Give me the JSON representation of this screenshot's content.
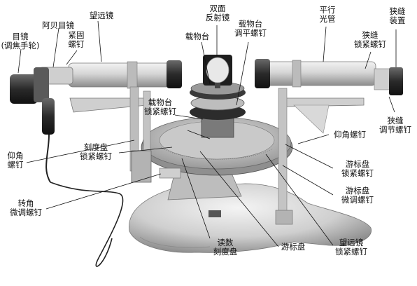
{
  "labels": {
    "eyepiece": "目镜\n(调焦手轮)",
    "abbe_eyepiece": "阿贝目镜",
    "telescope": "望远镜",
    "fixing_screw": "紧固\n螺钉",
    "double_mirror": "双面\n反射镜",
    "stage": "载物台",
    "stage_level_screw": "载物台\n调平螺钉",
    "collimator": "平行\n光管",
    "slit_device": "狭缝\n装置",
    "slit_lock_screw": "狭缝\n锁紧螺钉",
    "stage_lock_screw": "载物台\n锁紧螺钉",
    "elevation_screw_left": "仰角\n螺钉",
    "dial_lock_screw": "刻度盘\n锁紧螺钉",
    "rotation_fine_screw": "转角\n微调螺钉",
    "slit_adjust_screw": "狭缝\n调节螺钉",
    "elevation_screw_right": "仰角螺钉",
    "vernier_lock_screw": "游标盘\n锁紧螺钉",
    "vernier_fine_screw": "游标盘\n微调螺钉",
    "reading_dial": "读数\n刻度盘",
    "vernier_dial": "游标盘",
    "telescope_lock_screw": "望远镜\n锁紧螺钉"
  },
  "colors": {
    "background": "#ffffff",
    "metal_light": "#d8d8d8",
    "metal_mid": "#a9a9a9",
    "metal_dark": "#3a3a3a",
    "leader_line": "#111111"
  }
}
